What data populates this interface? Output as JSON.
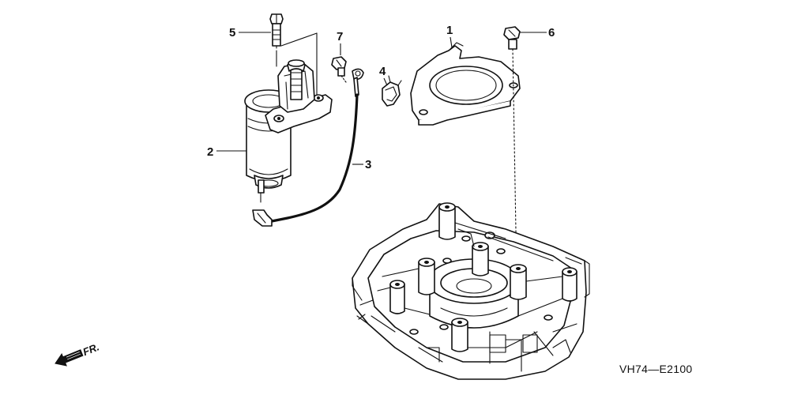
{
  "diagram": {
    "callouts": [
      {
        "id": "1",
        "label": "1"
      },
      {
        "id": "2",
        "label": "2"
      },
      {
        "id": "3",
        "label": "3"
      },
      {
        "id": "4",
        "label": "4"
      },
      {
        "id": "5",
        "label": "5"
      },
      {
        "id": "6",
        "label": "6"
      },
      {
        "id": "7",
        "label": "7"
      }
    ],
    "direction_label": "FR.",
    "diagram_code": "VH74—E2100"
  }
}
